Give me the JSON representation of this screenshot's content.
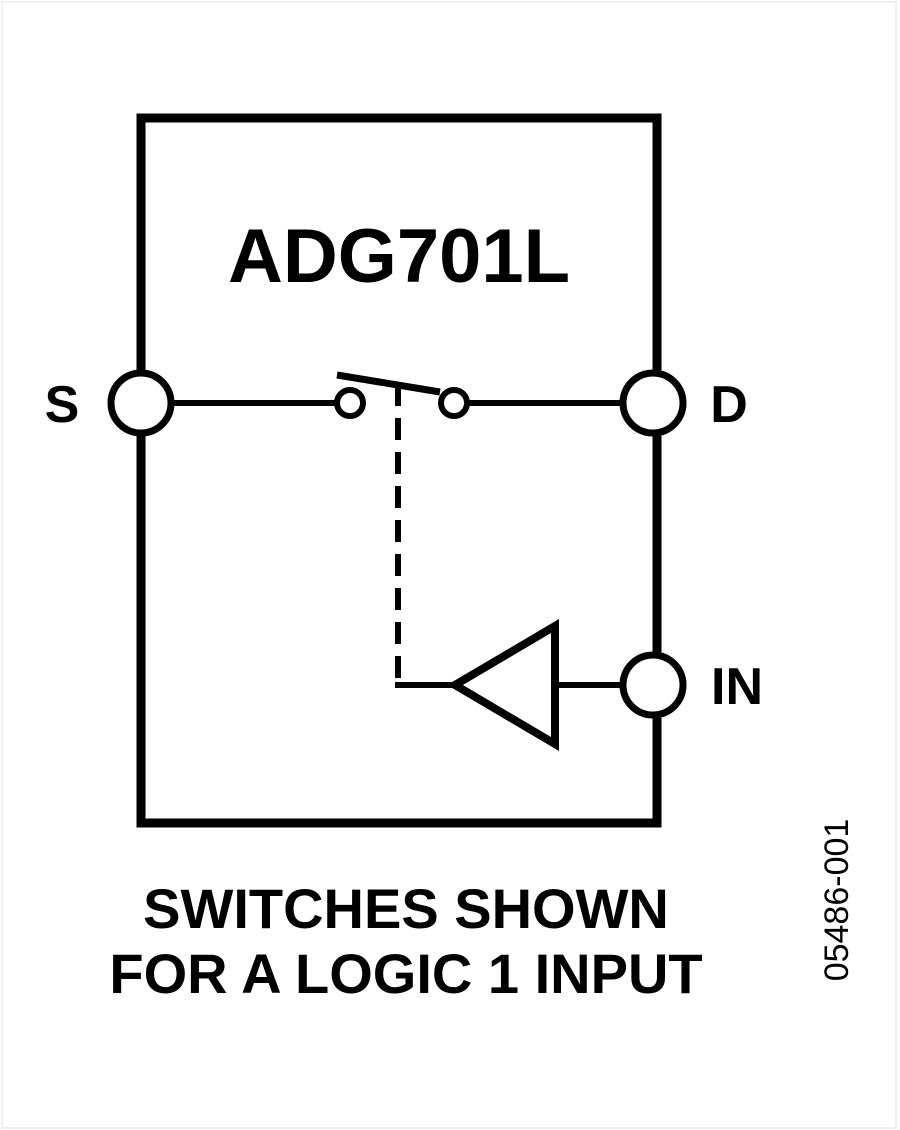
{
  "diagram": {
    "part_number": "ADG701L",
    "pins": {
      "source": "S",
      "drain": "D",
      "input": "IN"
    },
    "caption": {
      "line1": "SWITCHES SHOWN",
      "line2": "FOR A LOGIC 1 INPUT"
    },
    "figure_reference": "05486-001",
    "switch_state": "open",
    "colors": {
      "stroke": "#000000",
      "background": "#ffffff"
    }
  }
}
